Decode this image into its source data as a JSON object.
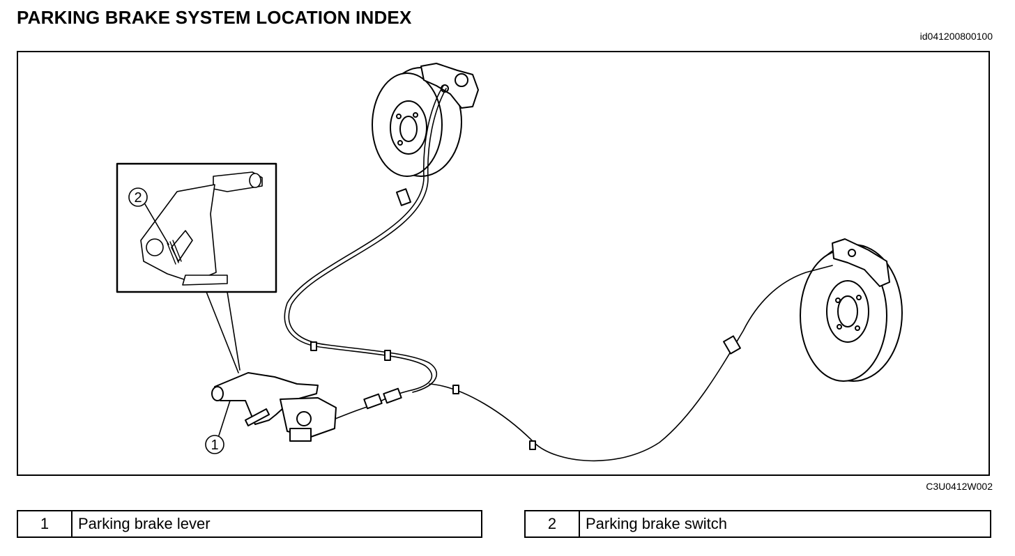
{
  "header": {
    "title": "PARKING BRAKE SYSTEM LOCATION INDEX",
    "doc_id": "id041200800100"
  },
  "figure": {
    "code": "C3U0412W002",
    "callouts": [
      "1",
      "2"
    ]
  },
  "legend": [
    {
      "number": "1",
      "label": "Parking brake lever"
    },
    {
      "number": "2",
      "label": "Parking brake switch"
    }
  ]
}
